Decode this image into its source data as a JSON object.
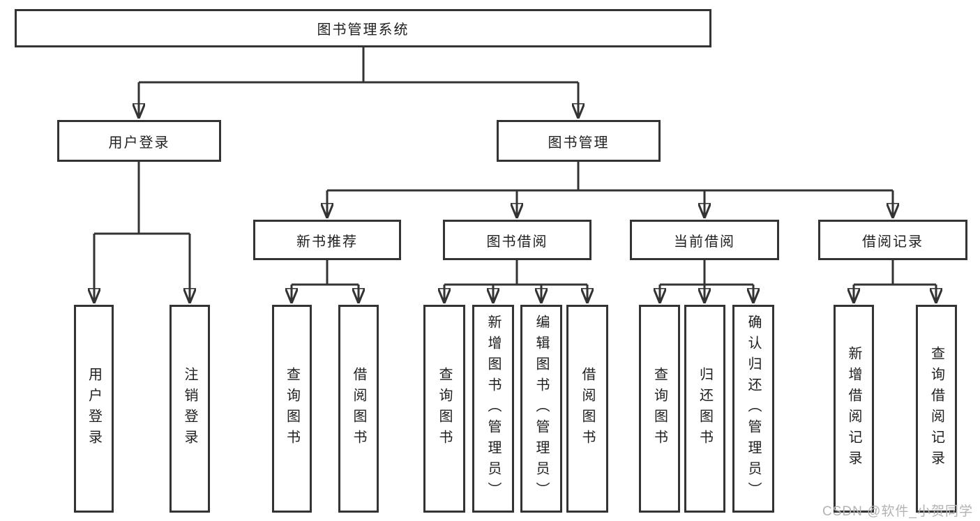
{
  "diagram": {
    "root": {
      "label": "图书管理系统"
    },
    "level2": {
      "user_login": {
        "label": "用户登录"
      },
      "book_management": {
        "label": "图书管理"
      }
    },
    "level3": {
      "new_book_recommend": {
        "label": "新书推荐"
      },
      "book_borrowing": {
        "label": "图书借阅"
      },
      "current_borrowing": {
        "label": "当前借阅"
      },
      "borrowing_records": {
        "label": "借阅记录"
      }
    },
    "leaves": {
      "user_login": [
        {
          "label": "用户登录"
        },
        {
          "label": "注销登录"
        }
      ],
      "new_book_recommend": [
        {
          "label": "查询图书"
        },
        {
          "label": "借阅图书"
        }
      ],
      "book_borrowing": [
        {
          "label": "查询图书"
        },
        {
          "label": "新增图书（管理员）"
        },
        {
          "label": "编辑图书（管理员）"
        },
        {
          "label": "借阅图书"
        }
      ],
      "current_borrowing": [
        {
          "label": "查询图书"
        },
        {
          "label": "归还图书"
        },
        {
          "label": "确认归还（管理员）"
        }
      ],
      "borrowing_records": [
        {
          "label": "新增借阅记录"
        },
        {
          "label": "查询借阅记录"
        }
      ]
    }
  },
  "watermark": {
    "text": "CSDN @软件_小贺同学"
  },
  "colors": {
    "line": "#333333",
    "box_border": "#333333",
    "text": "#1f1f1f",
    "watermark": "#b3b3b3",
    "background": "#ffffff"
  }
}
